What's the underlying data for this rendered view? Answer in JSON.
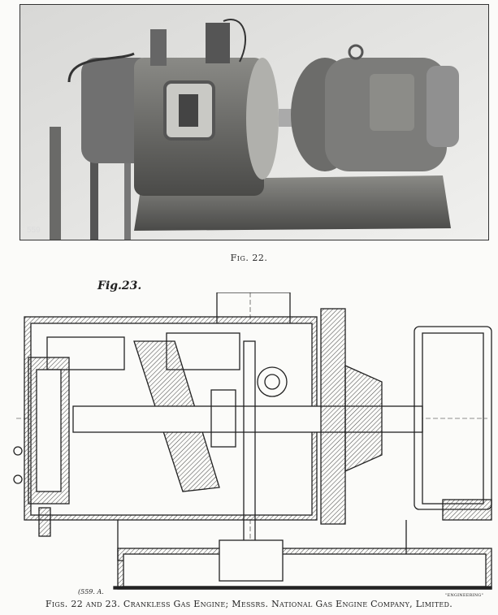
{
  "photo": {
    "plate_number": "559"
  },
  "figures": {
    "fig22_label": "Fig. 22.",
    "fig23_label": "Fig.23.",
    "drawing_number": "(559. A.",
    "publisher_mark": "\"ENGINEERING\""
  },
  "caption": "Figs. 22 and 23.  Crankless Gas Engine; Messrs. National Gas Engine Company, Limited."
}
